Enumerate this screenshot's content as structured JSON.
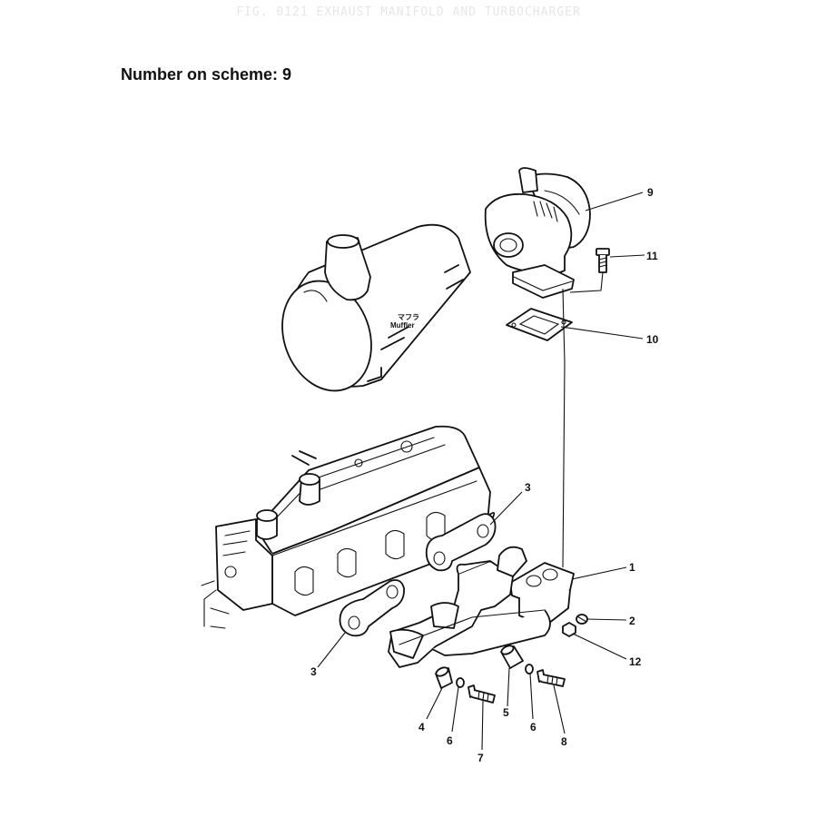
{
  "page": {
    "header_faint": "FIG. 0121  EXHAUST MANIFOLD AND TURBOCHARGER",
    "scheme_label": "Number on scheme: 9"
  },
  "diagram": {
    "muffler_text_jp": "マフラ",
    "muffler_text": "Muffler",
    "callouts": {
      "c9": "9",
      "c11": "11",
      "c10": "10",
      "c3a": "3",
      "c3b": "3",
      "c1": "1",
      "c2": "2",
      "c12": "12",
      "c4": "4",
      "c6a": "6",
      "c7": "7",
      "c5": "5",
      "c6b": "6",
      "c8": "8"
    }
  }
}
